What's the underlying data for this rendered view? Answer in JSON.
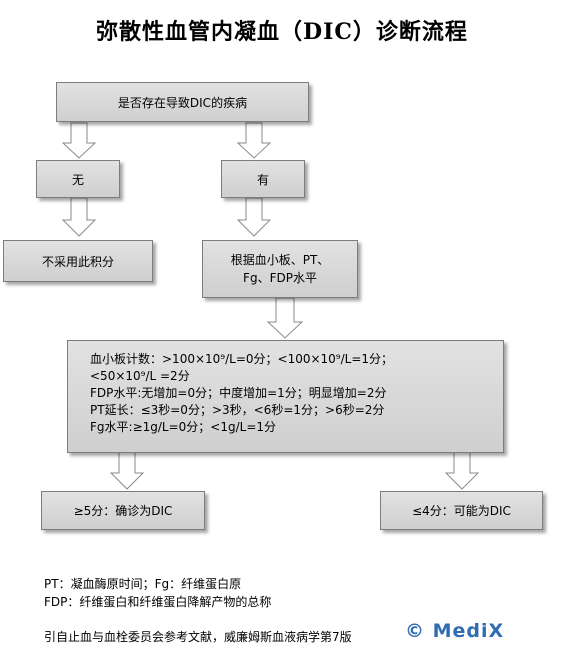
{
  "title": "弥散性血管内凝血（DIC）诊断流程",
  "nodes": {
    "start": "是否存在导致DIC的疾病",
    "no": "无",
    "yes": "有",
    "no_result": "不采用此积分",
    "score_by_line1": "根据血小板、PT、",
    "score_by_line2": "Fg、FDP水平",
    "criteria": [
      "血小板计数：>100×10⁹/L=0分；<100×10⁹/L=1分；",
      "<50×10⁹/L =2分",
      "FDP水平:无增加=0分；中度增加=1分；明显增加=2分",
      "PT延长：≤3秒=0分；>3秒，<6秒=1分；>6秒=2分",
      "Fg水平:≥1g/L=0分；<1g/L=1分"
    ],
    "diag_confirmed": "≥5分：确诊为DIC",
    "diag_possible": "≤4分：可能为DIC"
  },
  "notes": {
    "line1": "PT：凝血酶原时间；Fg：纤维蛋白原",
    "line2": "FDP：纤维蛋白和纤维蛋白降解产物的总称",
    "source": "引自止血与血栓委员会参考文献，威廉姆斯血液病学第7版"
  },
  "logo": "© MediX",
  "colors": {
    "box_fill": "#d6d6d6",
    "box_border": "#7d7d7d",
    "logo": "#2f6cb2"
  }
}
